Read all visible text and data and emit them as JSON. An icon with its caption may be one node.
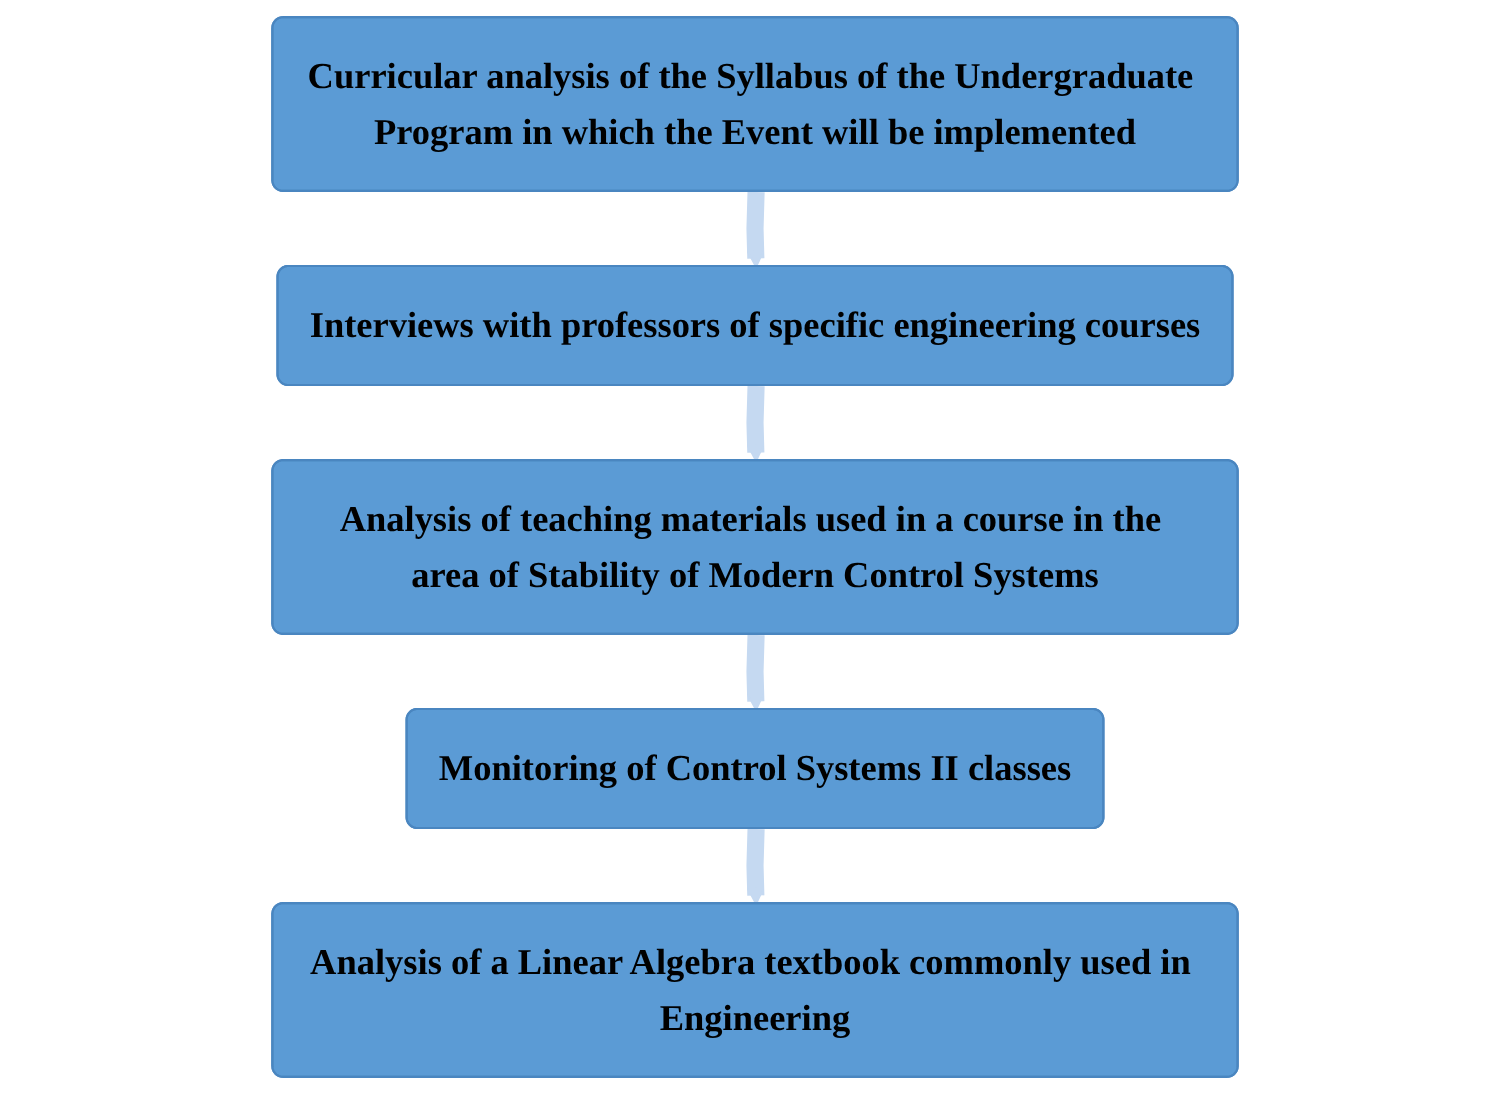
{
  "diagram": {
    "nodes": [
      {
        "text": [
          "Curricular analysis of the Syllabus of the Undergraduate Program in which the Event will be implemented"
        ]
      },
      {
        "text": [
          "Interviews with professors of specific engineering courses"
        ]
      },
      {
        "text": [
          "Analysis of teaching materials used in a course in the area of Stability of Modern Control Systems"
        ]
      },
      {
        "text": [
          "Monitoring of Control Systems II classes"
        ]
      },
      {
        "text": [
          "Analysis of a Linear Algebra textbook commonly used in Engineering"
        ]
      }
    ],
    "edges": [
      {
        "from": 0,
        "to": 1,
        "arrow": "to"
      },
      {
        "from": 1,
        "to": 2,
        "arrow": "to"
      },
      {
        "from": 2,
        "to": 3,
        "arrow": "to"
      },
      {
        "from": 3,
        "to": 4,
        "arrow": "to"
      }
    ]
  }
}
